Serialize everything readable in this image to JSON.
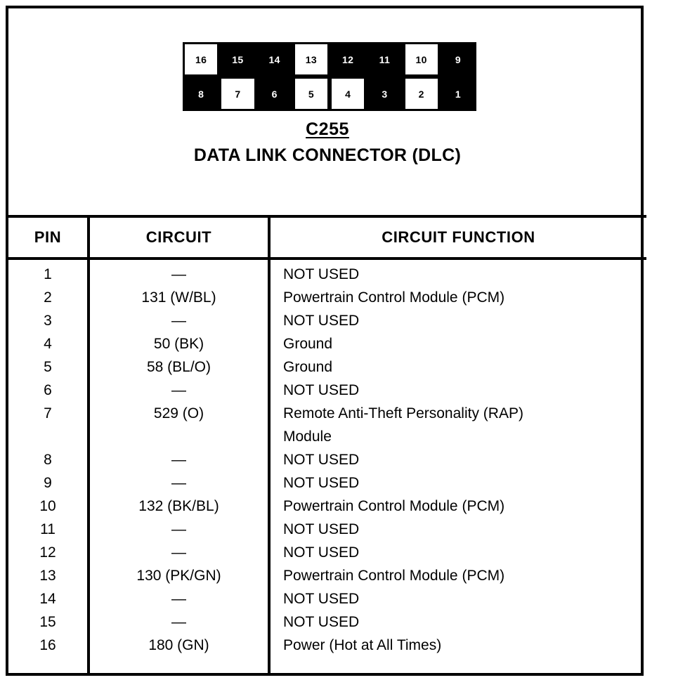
{
  "connector": {
    "id": "C255",
    "name": "DATA LINK CONNECTOR (DLC)",
    "pin_layout": {
      "top_row": [
        {
          "num": "16",
          "style": "light"
        },
        {
          "num": "15",
          "style": "dark"
        },
        {
          "num": "14",
          "style": "dark"
        },
        {
          "num": "13",
          "style": "light"
        },
        {
          "num": "12",
          "style": "dark"
        },
        {
          "num": "11",
          "style": "dark"
        },
        {
          "num": "10",
          "style": "light"
        },
        {
          "num": "9",
          "style": "dark"
        }
      ],
      "bottom_row": [
        {
          "num": "8",
          "style": "dark"
        },
        {
          "num": "7",
          "style": "light"
        },
        {
          "num": "6",
          "style": "dark"
        },
        {
          "num": "5",
          "style": "light"
        },
        {
          "num": "4",
          "style": "light"
        },
        {
          "num": "3",
          "style": "dark"
        },
        {
          "num": "2",
          "style": "light"
        },
        {
          "num": "1",
          "style": "dark"
        }
      ]
    }
  },
  "table": {
    "headers": {
      "pin": "PIN",
      "circuit": "CIRCUIT",
      "function": "CIRCUIT FUNCTION"
    },
    "rows": [
      {
        "pin": "1",
        "circuit": "—",
        "function": "NOT USED"
      },
      {
        "pin": "2",
        "circuit": "131 (W/BL)",
        "function": "Powertrain Control Module (PCM)"
      },
      {
        "pin": "3",
        "circuit": "—",
        "function": "NOT USED"
      },
      {
        "pin": "4",
        "circuit": "50 (BK)",
        "function": "Ground"
      },
      {
        "pin": "5",
        "circuit": "58 (BL/O)",
        "function": "Ground"
      },
      {
        "pin": "6",
        "circuit": "—",
        "function": "NOT USED"
      },
      {
        "pin": "7",
        "circuit": "529 (O)",
        "function": "Remote Anti-Theft Personality (RAP)"
      },
      {
        "pin": "",
        "circuit": "",
        "function": "Module",
        "continuation": true
      },
      {
        "pin": "8",
        "circuit": "—",
        "function": "NOT USED"
      },
      {
        "pin": "9",
        "circuit": "—",
        "function": "NOT USED"
      },
      {
        "pin": "10",
        "circuit": "132 (BK/BL)",
        "function": "Powertrain Control Module (PCM)"
      },
      {
        "pin": "11",
        "circuit": "—",
        "function": "NOT USED"
      },
      {
        "pin": "12",
        "circuit": "—",
        "function": "NOT USED"
      },
      {
        "pin": "13",
        "circuit": "130 (PK/GN)",
        "function": "Powertrain Control Module (PCM)"
      },
      {
        "pin": "14",
        "circuit": "—",
        "function": "NOT USED"
      },
      {
        "pin": "15",
        "circuit": "—",
        "function": "NOT USED"
      },
      {
        "pin": "16",
        "circuit": "180 (GN)",
        "function": "Power (Hot at All Times)"
      }
    ]
  },
  "colors": {
    "ink": "#000000",
    "paper": "#ffffff"
  }
}
